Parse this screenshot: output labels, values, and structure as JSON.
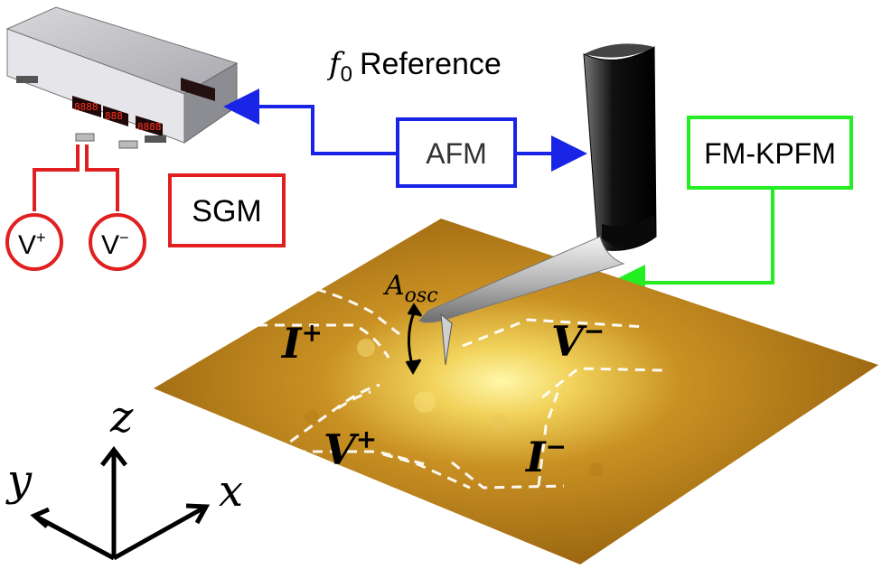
{
  "labels": {
    "reference": "Reference",
    "f0_base": "f",
    "f0_sub": "0",
    "afm": "AFM",
    "fm_kpfm": "FM-KPFM",
    "sgm": "SGM",
    "v_plus_source": "V",
    "v_plus_sign": "+",
    "v_minus_source": "V",
    "v_minus_sign": "−",
    "a_osc_base": "A",
    "a_osc_sub": "osc"
  },
  "regions": {
    "i_plus": "I",
    "i_plus_sup": "+",
    "v_minus": "V",
    "v_minus_sup": "−",
    "v_plus": "V",
    "v_plus_sup": "+",
    "i_minus": "I",
    "i_minus_sup": "−"
  },
  "axes": {
    "x": "x",
    "y": "y",
    "z": "z"
  },
  "colors": {
    "afm": "#1a24e6",
    "kpfm": "#22ee22",
    "sgm": "#e02020",
    "sample_dark": "#9a6510",
    "sample_light": "#ffee88"
  }
}
